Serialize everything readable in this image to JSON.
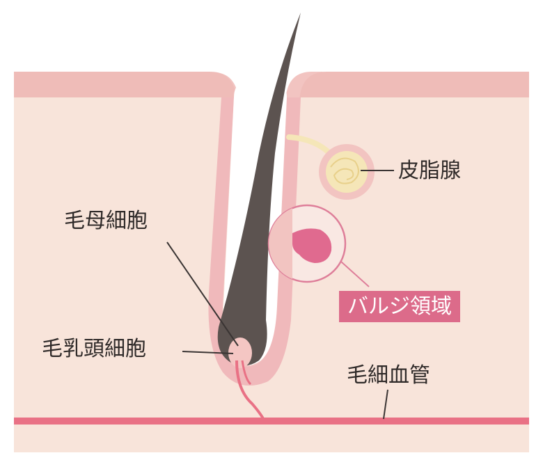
{
  "labels": {
    "sebaceous_gland": "皮脂腺",
    "hair_matrix_cells": "毛母細胞",
    "bulge_region": "バルジ領域",
    "dermal_papilla_cells": "毛乳頭細胞",
    "capillary": "毛細血管"
  },
  "colors": {
    "dermis": "#f8e4da",
    "epidermis": "#efbcb8",
    "follicle_sheath": "#f2c4c1",
    "hair_shaft": "#5c5350",
    "follicle_canal": "#ffffff",
    "sebaceous": "#f5e6b8",
    "bulge": "#e06a8f",
    "bulge_circle": "#de7e99",
    "capillary": "#e97185",
    "leader_line": "#3a3433",
    "badge_bg": "#dc6b8a"
  }
}
